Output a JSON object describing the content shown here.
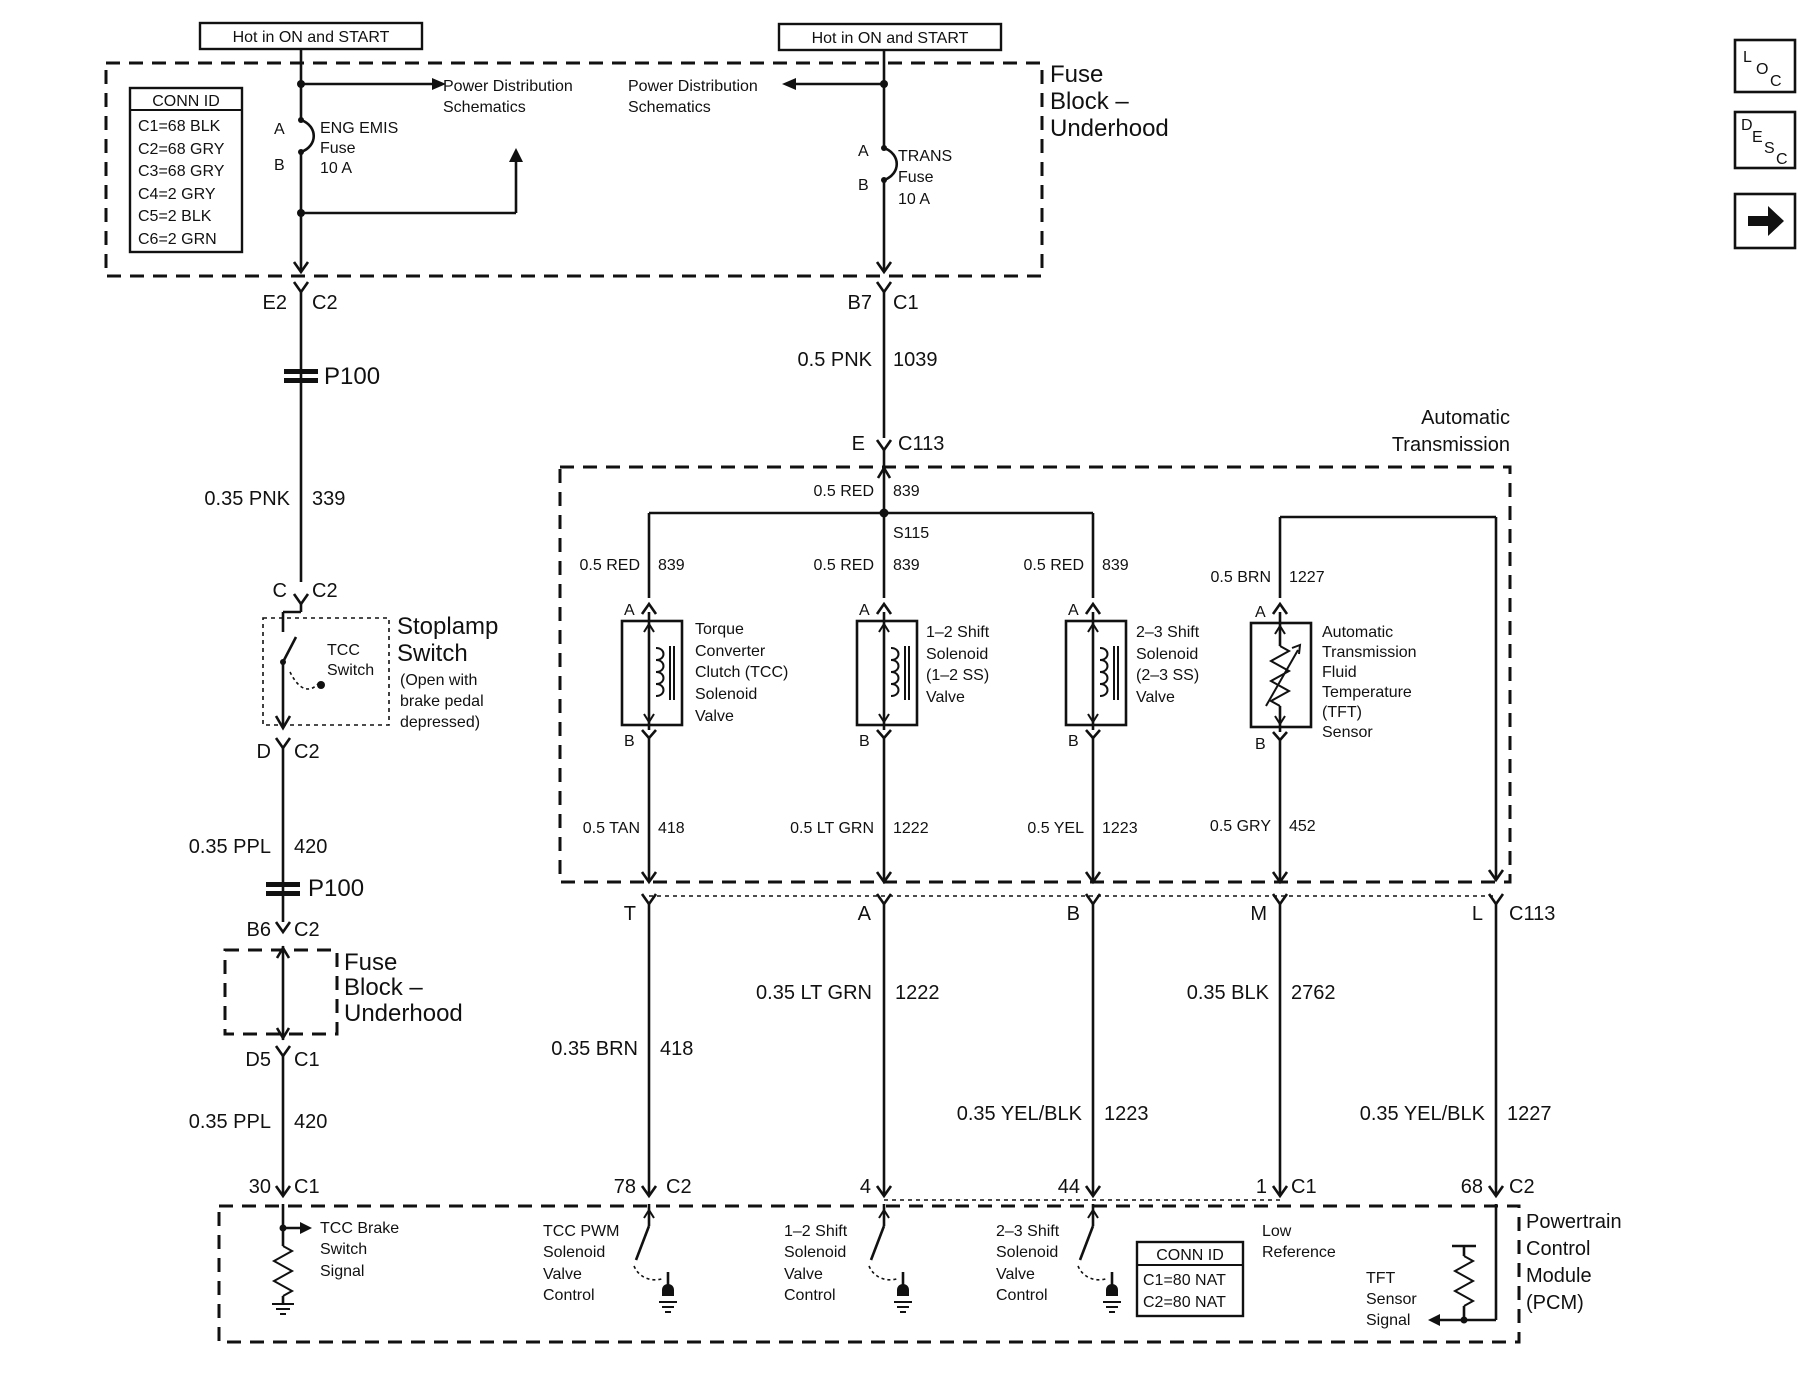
{
  "nav": {
    "loc": {
      "l": "L",
      "o": "O",
      "c": "C"
    },
    "desc": {
      "d": "D",
      "e": "E",
      "s": "S",
      "c": "C"
    },
    "next_arrow": "➜"
  },
  "hot_labels": {
    "left": "Hot in ON and START",
    "right": "Hot in ON and START"
  },
  "fuse_block_top": {
    "title": [
      "Fuse",
      "Block –",
      "Underhood"
    ],
    "conn_id_header": "CONN ID",
    "conn_ids": [
      "C1=68 BLK",
      "C2=68 GRY",
      "C3=68 GRY",
      "C4=2 GRY",
      "C5=2 BLK",
      "C6=2 GRN"
    ],
    "eng_fuse": {
      "pin_a": "A",
      "pin_b": "B",
      "line1": "ENG EMIS",
      "line2": "Fuse",
      "line3": "10 A"
    },
    "trans_fuse": {
      "pin_a": "A",
      "pin_b": "B",
      "line1": "TRANS",
      "line2": "Fuse",
      "line3": "10 A"
    },
    "pds_left": [
      "Power Distribution",
      "Schematics"
    ],
    "pds_right": [
      "Power Distribution",
      "Schematics"
    ]
  },
  "left_circuit": {
    "e2": "E2",
    "c2a": "C2",
    "p100a": "P100",
    "w1_color": "0.35 PNK",
    "w1_num": "339",
    "c": "C",
    "c2b": "C2",
    "stoplamp_title": [
      "Stoplamp",
      "Switch"
    ],
    "stoplamp_note": [
      "(Open with",
      "brake pedal",
      "depressed)"
    ],
    "tcc_switch": [
      "TCC",
      "Switch"
    ],
    "d": "D",
    "c2c": "C2",
    "w2_color": "0.35 PPL",
    "w2_num": "420",
    "p100b": "P100",
    "b6": "B6",
    "c2d": "C2",
    "fuse_block_2": [
      "Fuse",
      "Block –",
      "Underhood"
    ],
    "d5": "D5",
    "c1a": "C1",
    "w3_color": "0.35 PPL",
    "w3_num": "420",
    "p30": "30",
    "c1b": "C1"
  },
  "trans_feed": {
    "b7": "B7",
    "c1": "C1",
    "w_color": "0.5 PNK",
    "w_num": "1039",
    "e": "E",
    "c113": "C113"
  },
  "auto_trans": {
    "title": [
      "Automatic",
      "Transmission"
    ],
    "top_wire_color": "0.5 RED",
    "top_wire_num": "839",
    "splice": "S115",
    "components": [
      {
        "feed_color": "0.5 RED",
        "feed_num": "839",
        "pin_a": "A",
        "pin_b": "B",
        "name": [
          "Torque",
          "Converter",
          "Clutch (TCC)",
          "Solenoid",
          "Valve"
        ],
        "out_color": "0.5 TAN",
        "out_num": "418",
        "conn_pin": "T"
      },
      {
        "feed_color": "0.5 RED",
        "feed_num": "839",
        "pin_a": "A",
        "pin_b": "B",
        "name": [
          "1–2 Shift",
          "Solenoid",
          "(1–2 SS)",
          "Valve"
        ],
        "out_color": "0.5 LT GRN",
        "out_num": "1222",
        "conn_pin": "A"
      },
      {
        "feed_color": "0.5 RED",
        "feed_num": "839",
        "pin_a": "A",
        "pin_b": "B",
        "name": [
          "2–3 Shift",
          "Solenoid",
          "(2–3 SS)",
          "Valve"
        ],
        "out_color": "0.5 YEL",
        "out_num": "1223",
        "conn_pin": "B"
      },
      {
        "feed_color": "0.5 BRN",
        "feed_num": "1227",
        "pin_a": "A",
        "pin_b": "B",
        "name": [
          "Automatic",
          "Transmission",
          "Fluid",
          "Temperature",
          "(TFT)",
          "Sensor"
        ],
        "out_color": "0.5 GRY",
        "out_num": "452",
        "conn_pin": "M"
      }
    ],
    "conn_pin_l": "L",
    "conn_name": "C113"
  },
  "lower_wires": [
    {
      "color": "0.35 BRN",
      "num": "418"
    },
    {
      "color": "0.35 LT GRN",
      "num": "1222"
    },
    {
      "color": "0.35 YEL/BLK",
      "num": "1223"
    },
    {
      "color": "0.35 BLK",
      "num": "2762"
    },
    {
      "color": "0.35 YEL/BLK",
      "num": "1227"
    }
  ],
  "pcm": {
    "title": [
      "Powertrain",
      "Control",
      "Module",
      "(PCM)"
    ],
    "pins": [
      {
        "pin": "78",
        "conn": "C2"
      },
      {
        "pin": "4",
        "conn": ""
      },
      {
        "pin": "44",
        "conn": ""
      },
      {
        "pin": "1",
        "conn": "C1"
      },
      {
        "pin": "68",
        "conn": "C2"
      }
    ],
    "conn_id_header": "CONN ID",
    "conn_ids": [
      "C1=80 NAT",
      "C2=80 NAT"
    ],
    "tcc_brake": [
      "TCC Brake",
      "Switch",
      "Signal"
    ],
    "tcc_pwm": [
      "TCC PWM",
      "Solenoid",
      "Valve",
      "Control"
    ],
    "shift12": [
      "1–2 Shift",
      "Solenoid",
      "Valve",
      "Control"
    ],
    "shift23": [
      "2–3 Shift",
      "Solenoid",
      "Valve",
      "Control"
    ],
    "low_ref": [
      "Low",
      "Reference"
    ],
    "tft": [
      "TFT",
      "Sensor",
      "Signal"
    ]
  }
}
